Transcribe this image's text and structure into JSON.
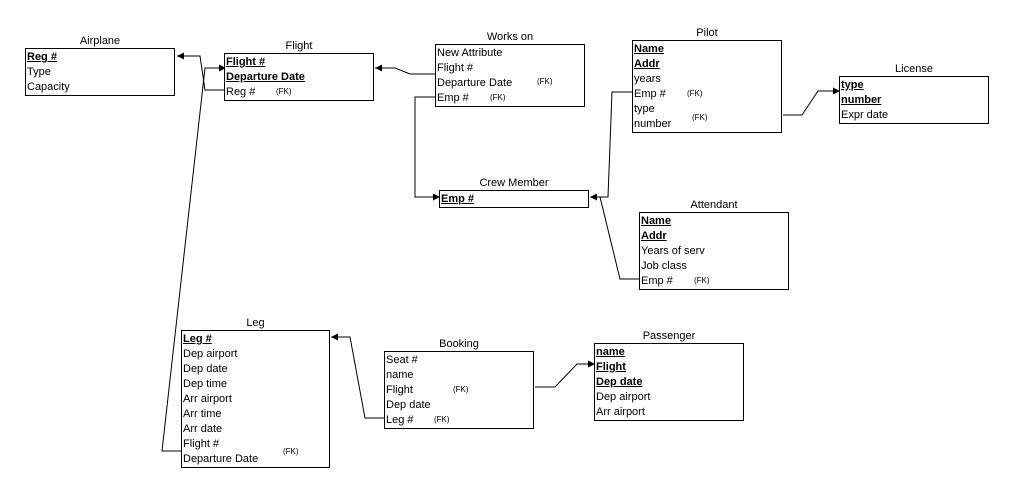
{
  "fk_label": "(FK)",
  "tables": {
    "airplane": {
      "title": "Airplane",
      "rows": [
        "Reg #",
        "Type",
        "Capacity"
      ]
    },
    "flight": {
      "title": "Flight",
      "rows": [
        "Flight #",
        "Departure Date",
        "Reg #"
      ]
    },
    "works_on": {
      "title": "Works on",
      "rows": [
        "New Attribute",
        "Flight #",
        "Departure Date",
        "Emp #"
      ]
    },
    "pilot": {
      "title": "Pilot",
      "rows": [
        "Name",
        "Addr",
        "years",
        "Emp #",
        "type",
        "number"
      ]
    },
    "license": {
      "title": "License",
      "rows": [
        "type",
        "number",
        "Expr date"
      ]
    },
    "crew_member": {
      "title": "Crew Member",
      "rows": [
        "Emp #"
      ]
    },
    "attendant": {
      "title": "Attendant",
      "rows": [
        "Name",
        "Addr",
        "Years of serv",
        "Job class",
        "Emp #"
      ]
    },
    "leg": {
      "title": "Leg",
      "rows": [
        "Leg #",
        "Dep airport",
        "Dep date",
        "Dep time",
        "Arr airport",
        "Arr time",
        "Arr date",
        "Flight #",
        "Departure Date"
      ]
    },
    "booking": {
      "title": "Booking",
      "rows": [
        "Seat #",
        "name",
        "Flight",
        "Dep date",
        "Leg #"
      ]
    },
    "passenger": {
      "title": "Passenger",
      "rows": [
        "name",
        "Flight",
        "Dep date",
        "Dep airport",
        "Arr airport"
      ]
    }
  }
}
